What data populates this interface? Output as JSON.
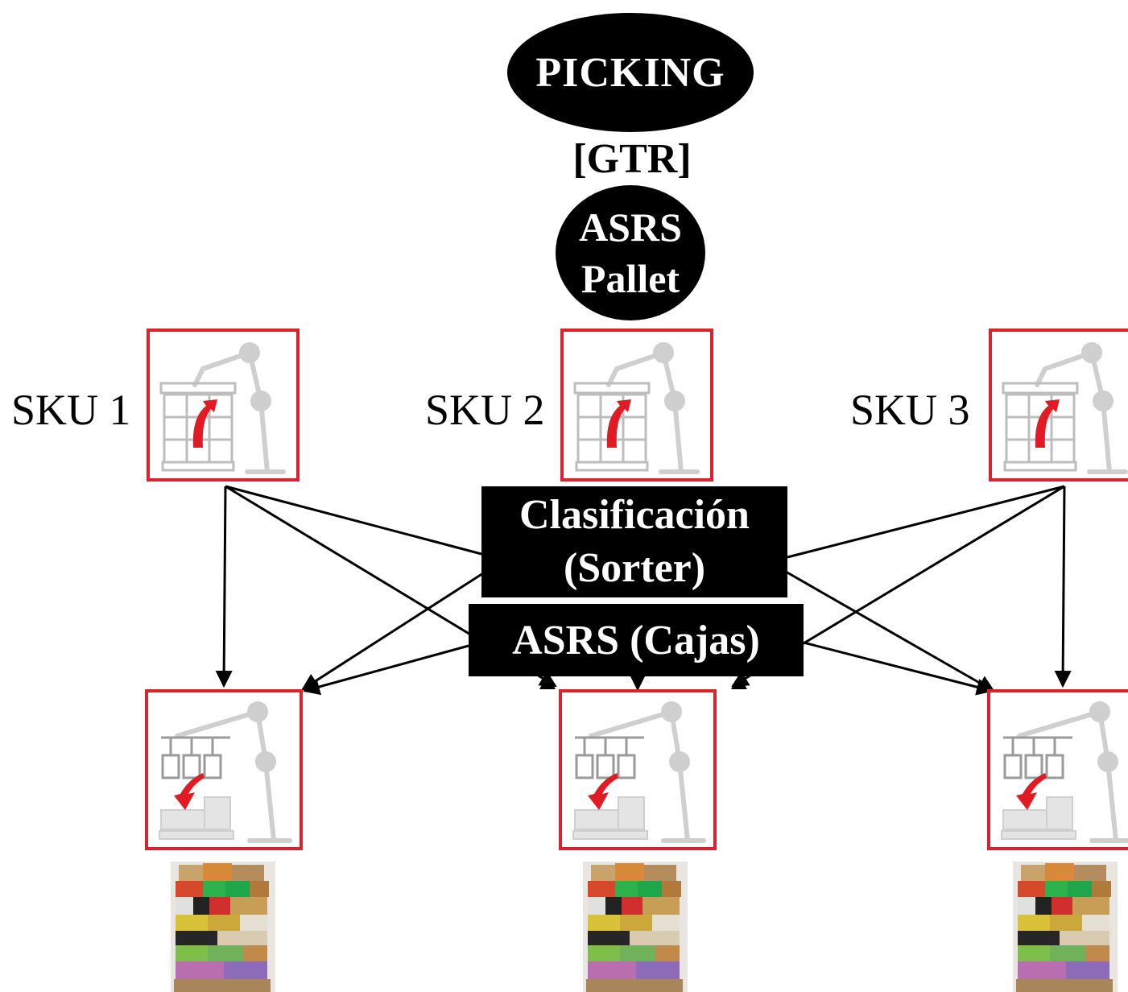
{
  "diagram": {
    "top_node": "PICKING",
    "gtr_label": "[GTR]",
    "asrs_pallet": {
      "line1": "ASRS",
      "line2": "Pallet"
    },
    "sku_labels": [
      "SKU 1",
      "SKU 2",
      "SKU 3"
    ],
    "sorter": {
      "line1": "Clasificación",
      "line2": "(Sorter)"
    },
    "asrs_cajas": "ASRS (Cajas)",
    "depalletizing_icons": [
      "depalletizing-robot-icon",
      "depalletizing-robot-icon",
      "depalletizing-robot-icon"
    ],
    "palletizing_icons": [
      "palletizing-robot-icon",
      "palletizing-robot-icon",
      "palletizing-robot-icon"
    ],
    "mixed_pallet_images": [
      "mixed-pallet-image",
      "mixed-pallet-image",
      "mixed-pallet-image"
    ],
    "colors": {
      "frame_red": "#d9232f",
      "robot_gray": "#cfcfcf",
      "arrow_red": "#e01b24",
      "node_black": "#000000"
    }
  }
}
